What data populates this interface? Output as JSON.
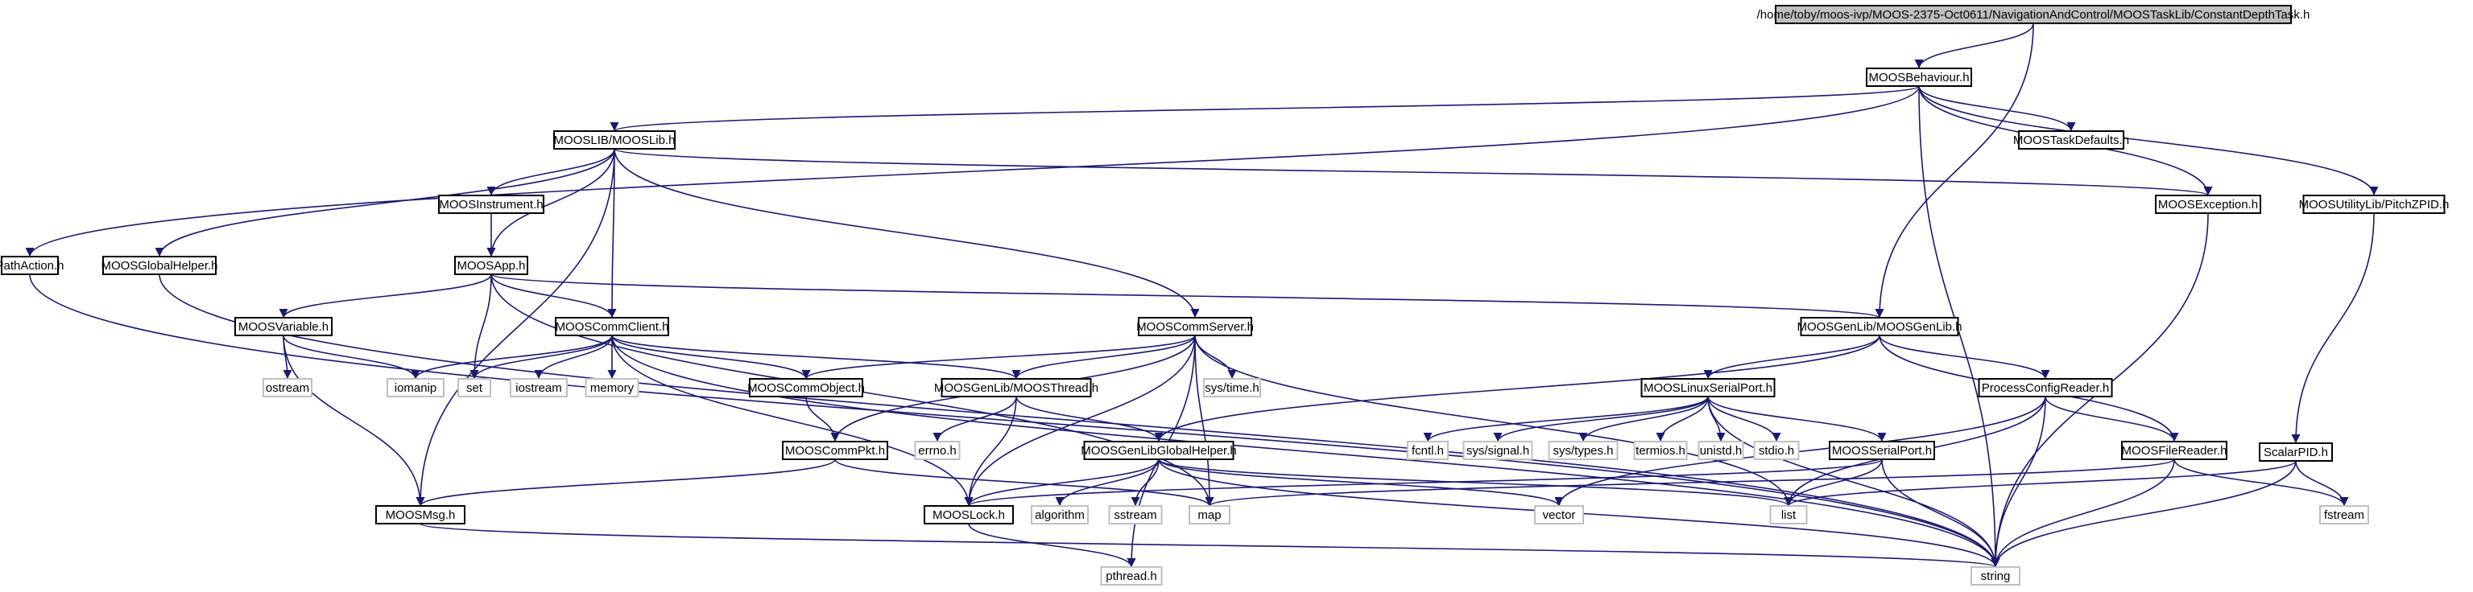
{
  "diagram": {
    "colors": {
      "edge": "#191970",
      "root_fill": "#bfbfbf",
      "system_border": "#bfbfbf",
      "local_border": "#000000"
    },
    "nodes": [
      {
        "id": "root",
        "label": "/home/toby/moos-ivp/MOOS-2375-Oct0611/NavigationAndControl/MOOSTaskLib/ConstantDepthTask.h",
        "kind": "root"
      },
      {
        "id": "behaviour",
        "label": "MOOSBehaviour.h",
        "kind": "local"
      },
      {
        "id": "mooslib",
        "label": "MOOSLIB/MOOSLib.h",
        "kind": "local"
      },
      {
        "id": "taskdefaults",
        "label": "MOOSTaskDefaults.h",
        "kind": "local"
      },
      {
        "id": "pitchzpid",
        "label": "MOOSUtilityLib/PitchZPID.h",
        "kind": "local"
      },
      {
        "id": "pathaction",
        "label": "PathAction.h",
        "kind": "local"
      },
      {
        "id": "globalhelper",
        "label": "MOOSGlobalHelper.h",
        "kind": "local"
      },
      {
        "id": "instrument",
        "label": "MOOSInstrument.h",
        "kind": "local"
      },
      {
        "id": "exception",
        "label": "MOOSException.h",
        "kind": "local"
      },
      {
        "id": "app",
        "label": "MOOSApp.h",
        "kind": "local"
      },
      {
        "id": "genlib",
        "label": "MOOSGenLib/MOOSGenLib.h",
        "kind": "local"
      },
      {
        "id": "variable",
        "label": "MOOSVariable.h",
        "kind": "local"
      },
      {
        "id": "commclient",
        "label": "MOOSCommClient.h",
        "kind": "local"
      },
      {
        "id": "commserver",
        "label": "MOOSCommServer.h",
        "kind": "local"
      },
      {
        "id": "linuxserial",
        "label": "MOOSLinuxSerialPort.h",
        "kind": "local"
      },
      {
        "id": "procconfig",
        "label": "ProcessConfigReader.h",
        "kind": "local"
      },
      {
        "id": "scalarpid",
        "label": "ScalarPID.h",
        "kind": "local"
      },
      {
        "id": "ostream",
        "label": "ostream",
        "kind": "system"
      },
      {
        "id": "iomanip",
        "label": "iomanip",
        "kind": "system"
      },
      {
        "id": "set",
        "label": "set",
        "kind": "system"
      },
      {
        "id": "iostream",
        "label": "iostream",
        "kind": "system"
      },
      {
        "id": "memory",
        "label": "memory",
        "kind": "system"
      },
      {
        "id": "commobject",
        "label": "MOOSCommObject.h",
        "kind": "local"
      },
      {
        "id": "thread",
        "label": "MOOSGenLib/MOOSThread.h",
        "kind": "local"
      },
      {
        "id": "systime",
        "label": "sys/time.h",
        "kind": "system"
      },
      {
        "id": "fcntl",
        "label": "fcntl.h",
        "kind": "system"
      },
      {
        "id": "syssignal",
        "label": "sys/signal.h",
        "kind": "system"
      },
      {
        "id": "systypes",
        "label": "sys/types.h",
        "kind": "system"
      },
      {
        "id": "termios",
        "label": "termios.h",
        "kind": "system"
      },
      {
        "id": "unistd",
        "label": "unistd.h",
        "kind": "system"
      },
      {
        "id": "stdio",
        "label": "stdio.h",
        "kind": "system"
      },
      {
        "id": "serialport",
        "label": "MOOSSerialPort.h",
        "kind": "local"
      },
      {
        "id": "filereader",
        "label": "MOOSFileReader.h",
        "kind": "local"
      },
      {
        "id": "errno",
        "label": "errno.h",
        "kind": "system"
      },
      {
        "id": "commpkt",
        "label": "MOOSCommPkt.h",
        "kind": "local"
      },
      {
        "id": "genlibhelper",
        "label": "MOOSGenLibGlobalHelper.h",
        "kind": "local"
      },
      {
        "id": "msg",
        "label": "MOOSMsg.h",
        "kind": "local"
      },
      {
        "id": "lock",
        "label": "MOOSLock.h",
        "kind": "local"
      },
      {
        "id": "algorithm",
        "label": "algorithm",
        "kind": "system"
      },
      {
        "id": "sstream",
        "label": "sstream",
        "kind": "system"
      },
      {
        "id": "map",
        "label": "map",
        "kind": "system"
      },
      {
        "id": "vector",
        "label": "vector",
        "kind": "system"
      },
      {
        "id": "list",
        "label": "list",
        "kind": "system"
      },
      {
        "id": "fstream",
        "label": "fstream",
        "kind": "system"
      },
      {
        "id": "pthread",
        "label": "pthread.h",
        "kind": "system"
      },
      {
        "id": "string",
        "label": "string",
        "kind": "system"
      }
    ],
    "edges": [
      [
        "root",
        "behaviour"
      ],
      [
        "root",
        "genlib"
      ],
      [
        "behaviour",
        "mooslib"
      ],
      [
        "behaviour",
        "taskdefaults"
      ],
      [
        "behaviour",
        "pitchzpid"
      ],
      [
        "behaviour",
        "pathaction"
      ],
      [
        "behaviour",
        "exception"
      ],
      [
        "behaviour",
        "string"
      ],
      [
        "mooslib",
        "globalhelper"
      ],
      [
        "mooslib",
        "instrument"
      ],
      [
        "mooslib",
        "exception"
      ],
      [
        "mooslib",
        "app"
      ],
      [
        "mooslib",
        "commclient"
      ],
      [
        "mooslib",
        "commserver"
      ],
      [
        "mooslib",
        "msg"
      ],
      [
        "instrument",
        "app"
      ],
      [
        "app",
        "variable"
      ],
      [
        "app",
        "commclient"
      ],
      [
        "app",
        "genlib"
      ],
      [
        "app",
        "set"
      ],
      [
        "app",
        "map"
      ],
      [
        "variable",
        "ostream"
      ],
      [
        "variable",
        "iomanip"
      ],
      [
        "variable",
        "msg"
      ],
      [
        "commclient",
        "iomanip"
      ],
      [
        "commclient",
        "set"
      ],
      [
        "commclient",
        "iostream"
      ],
      [
        "commclient",
        "memory"
      ],
      [
        "commclient",
        "commobject"
      ],
      [
        "commclient",
        "thread"
      ],
      [
        "commclient",
        "lock"
      ],
      [
        "commclient",
        "string"
      ],
      [
        "commserver",
        "commobject"
      ],
      [
        "commserver",
        "thread"
      ],
      [
        "commserver",
        "systime"
      ],
      [
        "commserver",
        "commpkt"
      ],
      [
        "commserver",
        "lock"
      ],
      [
        "commserver",
        "map"
      ],
      [
        "commserver",
        "list"
      ],
      [
        "commserver",
        "pthread"
      ],
      [
        "genlib",
        "linuxserial"
      ],
      [
        "genlib",
        "procconfig"
      ],
      [
        "genlib",
        "filereader"
      ],
      [
        "genlib",
        "genlibhelper"
      ],
      [
        "linuxserial",
        "fcntl"
      ],
      [
        "linuxserial",
        "syssignal"
      ],
      [
        "linuxserial",
        "systypes"
      ],
      [
        "linuxserial",
        "termios"
      ],
      [
        "linuxserial",
        "unistd"
      ],
      [
        "linuxserial",
        "stdio"
      ],
      [
        "linuxserial",
        "serialport"
      ],
      [
        "linuxserial",
        "string"
      ],
      [
        "procconfig",
        "filereader"
      ],
      [
        "procconfig",
        "vector"
      ],
      [
        "procconfig",
        "list"
      ],
      [
        "procconfig",
        "string"
      ],
      [
        "serialport",
        "lock"
      ],
      [
        "serialport",
        "list"
      ],
      [
        "serialport",
        "string"
      ],
      [
        "filereader",
        "map"
      ],
      [
        "filereader",
        "fstream"
      ],
      [
        "filereader",
        "string"
      ],
      [
        "scalarpid",
        "fstream"
      ],
      [
        "scalarpid",
        "list"
      ],
      [
        "scalarpid",
        "string"
      ],
      [
        "pitchzpid",
        "scalarpid"
      ],
      [
        "exception",
        "string"
      ],
      [
        "thread",
        "errno"
      ],
      [
        "thread",
        "lock"
      ],
      [
        "thread",
        "genlibhelper"
      ],
      [
        "commobject",
        "commpkt"
      ],
      [
        "commpkt",
        "msg"
      ],
      [
        "commpkt",
        "map"
      ],
      [
        "genlibhelper",
        "lock"
      ],
      [
        "genlibhelper",
        "algorithm"
      ],
      [
        "genlibhelper",
        "sstream"
      ],
      [
        "genlibhelper",
        "vector"
      ],
      [
        "genlibhelper",
        "list"
      ],
      [
        "genlibhelper",
        "string"
      ],
      [
        "lock",
        "pthread"
      ],
      [
        "msg",
        "string"
      ],
      [
        "pathaction",
        "string"
      ],
      [
        "globalhelper",
        "string"
      ]
    ]
  }
}
